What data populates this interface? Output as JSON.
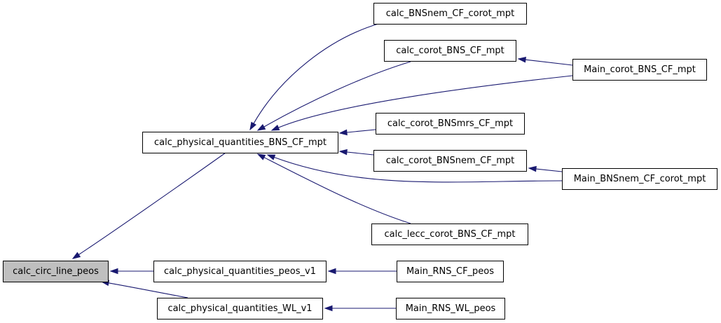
{
  "graph": {
    "root": "calc_circ_line_peos",
    "colors": {
      "edge": "#191970",
      "root_fill": "#bfbfbf",
      "node_fill": "#ffffff",
      "border": "#000000"
    },
    "nodes": [
      {
        "id": "n0",
        "label": "calc_circ_line_peos"
      },
      {
        "id": "n1",
        "label": "calc_physical_quantities_BNS_CF_mpt"
      },
      {
        "id": "n2",
        "label": "calc_physical_quantities_peos_v1"
      },
      {
        "id": "n3",
        "label": "calc_physical_quantities_WL_v1"
      },
      {
        "id": "n4",
        "label": "calc_BNSnem_CF_corot_mpt"
      },
      {
        "id": "n5",
        "label": "calc_corot_BNS_CF_mpt"
      },
      {
        "id": "n6",
        "label": "Main_corot_BNS_CF_mpt"
      },
      {
        "id": "n7",
        "label": "calc_corot_BNSmrs_CF_mpt"
      },
      {
        "id": "n8",
        "label": "calc_corot_BNSnem_CF_mpt"
      },
      {
        "id": "n9",
        "label": "Main_BNSnem_CF_corot_mpt"
      },
      {
        "id": "n10",
        "label": "calc_lecc_corot_BNS_CF_mpt"
      },
      {
        "id": "n11",
        "label": "Main_RNS_CF_peos"
      },
      {
        "id": "n12",
        "label": "Main_RNS_WL_peos"
      }
    ],
    "edges": [
      {
        "from": "n1",
        "to": "n0"
      },
      {
        "from": "n2",
        "to": "n0"
      },
      {
        "from": "n3",
        "to": "n0"
      },
      {
        "from": "n4",
        "to": "n1"
      },
      {
        "from": "n5",
        "to": "n1"
      },
      {
        "from": "n6",
        "to": "n1"
      },
      {
        "from": "n7",
        "to": "n1"
      },
      {
        "from": "n8",
        "to": "n1"
      },
      {
        "from": "n9",
        "to": "n1"
      },
      {
        "from": "n10",
        "to": "n1"
      },
      {
        "from": "n6",
        "to": "n5"
      },
      {
        "from": "n9",
        "to": "n8"
      },
      {
        "from": "n11",
        "to": "n2"
      },
      {
        "from": "n12",
        "to": "n3"
      }
    ]
  }
}
